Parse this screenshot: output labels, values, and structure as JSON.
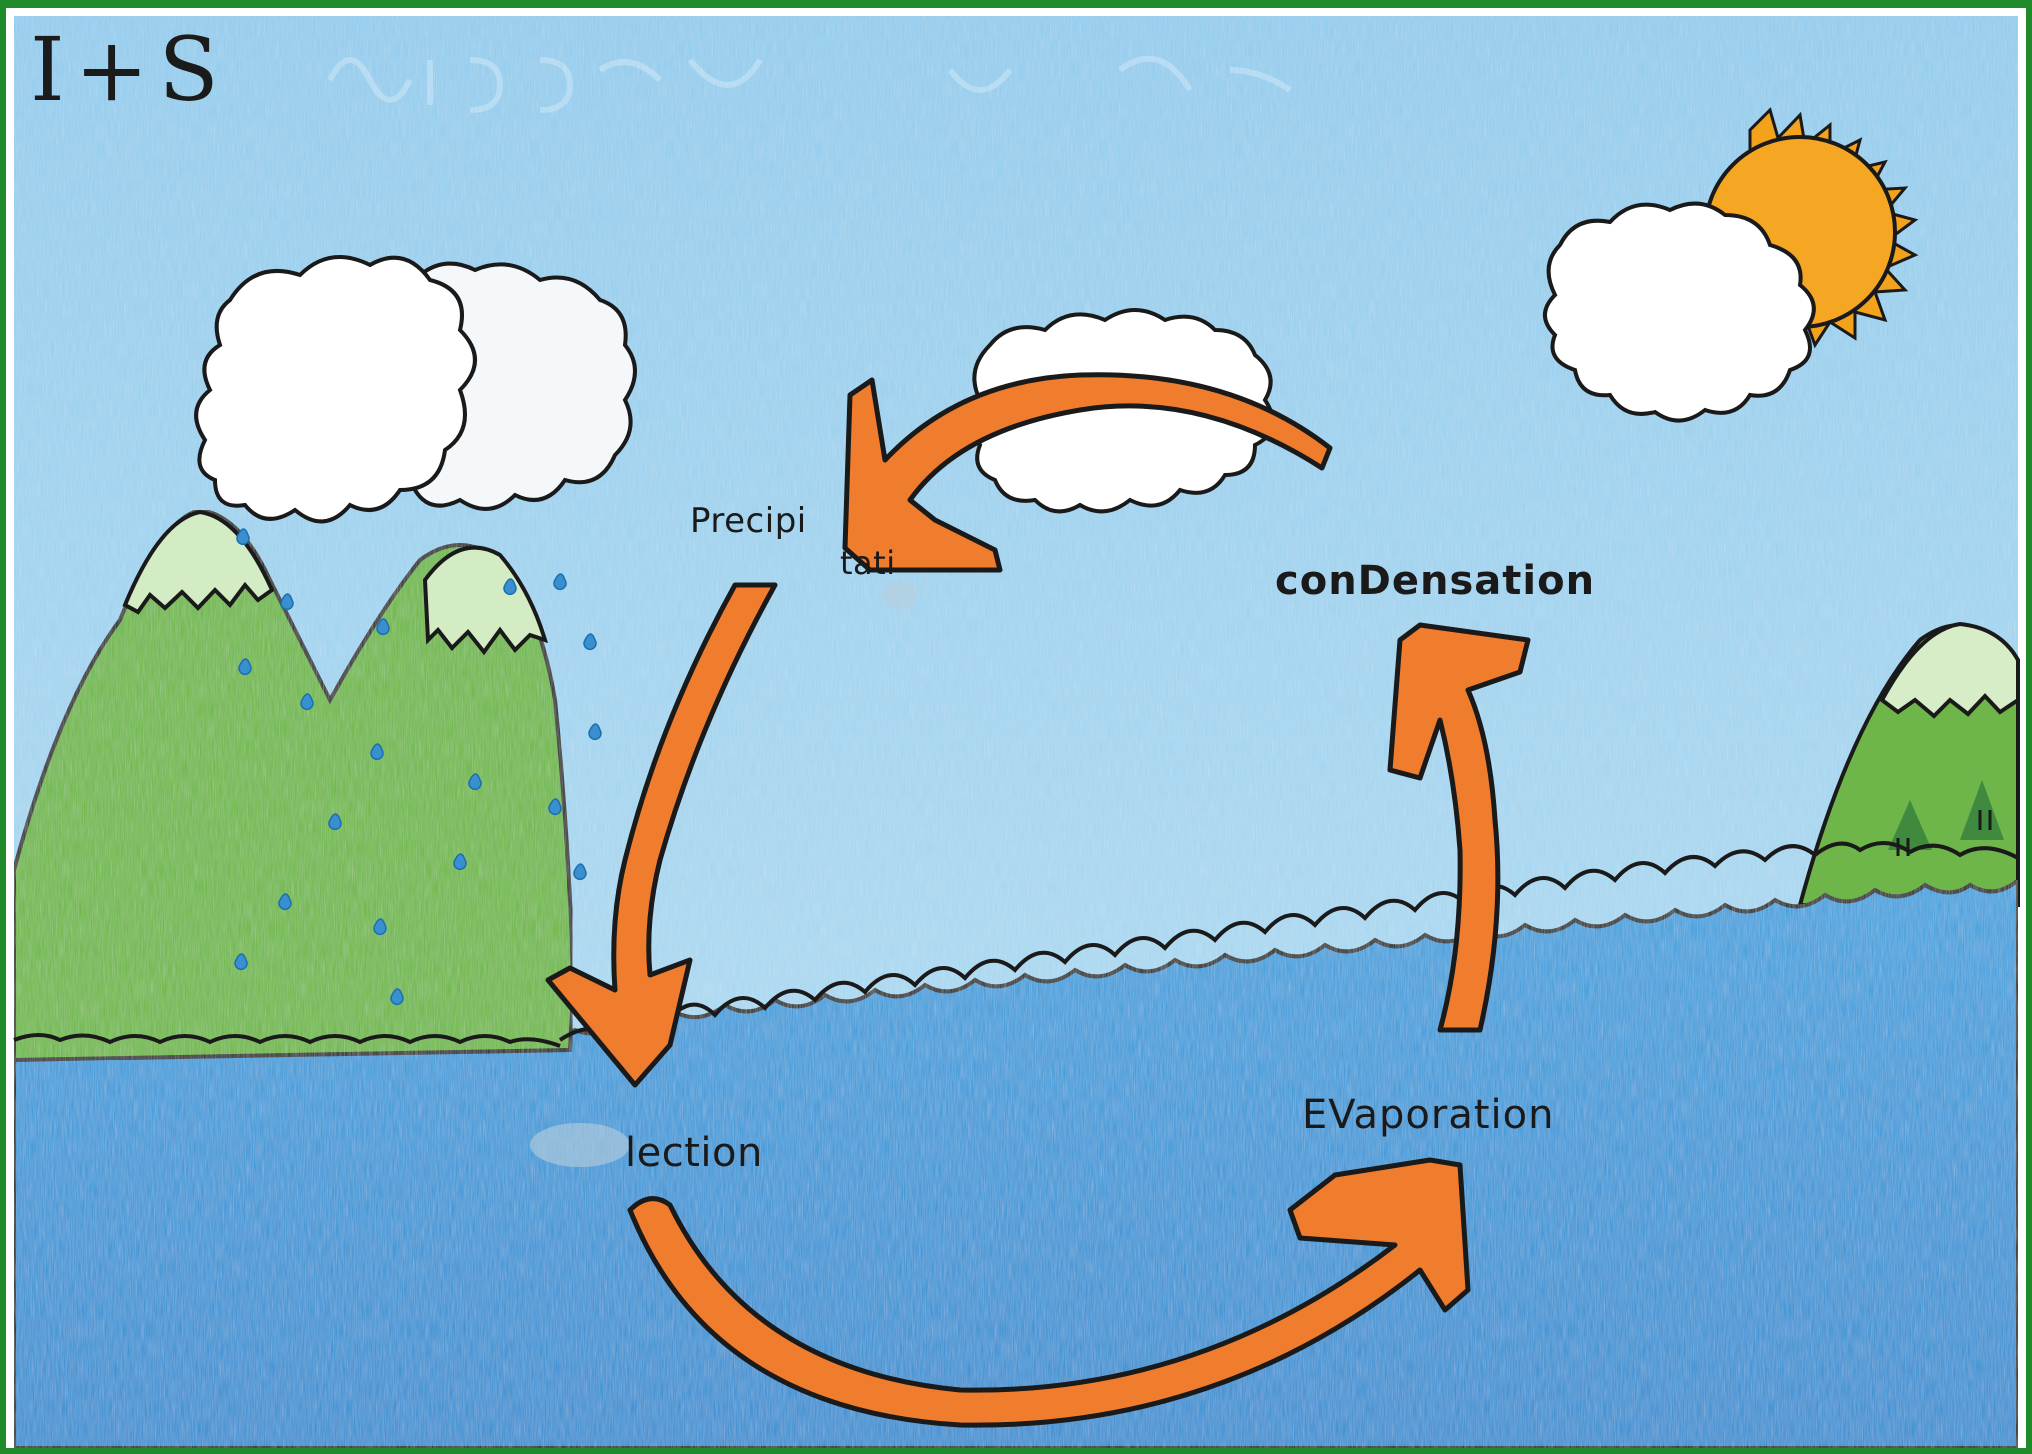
{
  "title": "I+S",
  "labels": {
    "precipitation_line1": "Precipi",
    "precipitation_line2": "tati",
    "condensation": "conDensation",
    "collection": "lection",
    "evaporation": "EVaporation"
  },
  "colors": {
    "frame": "#1f8a2a",
    "sky": "#8ec9ea",
    "water": "#2f93d4",
    "mountain": "#6bb63f",
    "snow": "#d4ecc4",
    "arrow": "#f07d2e",
    "sun": "#f3a21c",
    "cloud": "#ffffff"
  }
}
